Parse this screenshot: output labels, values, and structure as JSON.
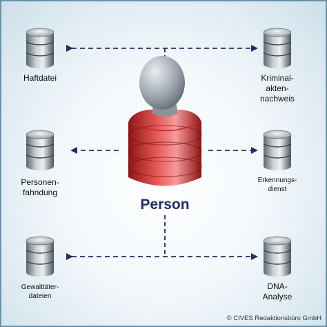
{
  "center": {
    "label": "Person"
  },
  "nodes": {
    "haftdatei": "Haftdatei",
    "kriminalaktennachweis": "Kriminal-\nakten-\nnachweis",
    "personenfahndung": "Personen-\nfahndung",
    "erkennungsdienst": "Erkennungs-\ndienst",
    "gewalttaeterdateien": "Gewalttäter-\ndateien",
    "dna_analyse": "DNA-\nAnalyse"
  },
  "footer": {
    "copyright": "© CIVES Redaktionsbüro GmbH"
  },
  "colors": {
    "arrow": "#1f2f66",
    "person_body": "#d63c3c",
    "person_head": "#9aa3ac"
  },
  "icons": {
    "database": "database-icon",
    "person": "person-icon"
  }
}
